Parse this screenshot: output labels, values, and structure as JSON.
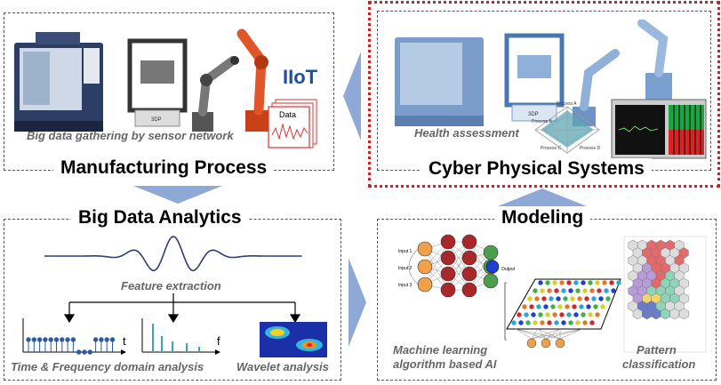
{
  "panels": {
    "manufacturing": {
      "title": "Manufacturing Process",
      "caption": "Big data gathering by sensor network",
      "iiot_label": "IIoT",
      "data_label": "Data",
      "printer_label": "3DP"
    },
    "cps": {
      "title": "Cyber Physical Systems",
      "caption": "Health assessment",
      "printer_label": "3DP",
      "radar_labels": [
        "Process A",
        "Process B",
        "Process C",
        "Process D"
      ]
    },
    "analytics": {
      "title": "Big Data Analytics",
      "feature_caption": "Feature extraction",
      "tf_caption": "Time & Frequency domain analysis",
      "wavelet_caption": "Wavelet analysis",
      "t_axis": "t",
      "f_axis": "f"
    },
    "modeling": {
      "title": "Modeling",
      "ml_caption_line1": "Machine learning",
      "ml_caption_line2": "algorithm based AI",
      "pattern_caption_line1": "Pattern",
      "pattern_caption_line2": "classification",
      "nn_inputs": [
        "Input 1",
        "Input 2",
        "Input 3"
      ],
      "nn_output": "Output"
    }
  },
  "colors": {
    "cps_border": "#c0272d",
    "flow_arrow": "#8fa9d6",
    "iiot_text": "#1f4e9c"
  }
}
